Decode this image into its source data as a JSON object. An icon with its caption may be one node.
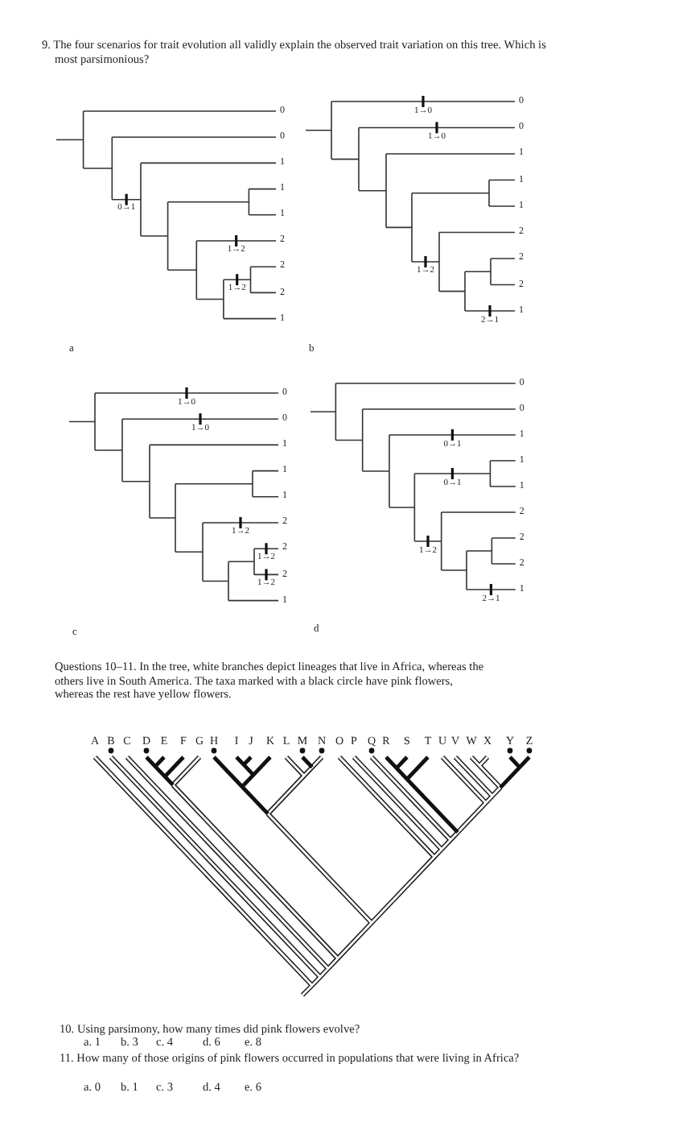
{
  "diagram": {
    "labels": [
      "9. The four scenarios for trait evolution all validly explain the observed trait variation on this tree. Which is most parsimonious?",
      "0",
      "0",
      "1",
      "1",
      "1",
      "2",
      "2",
      "2",
      "1",
      "0→1",
      "1→2",
      "1→2",
      "a",
      "0",
      "0",
      "1",
      "1",
      "1",
      "2",
      "2",
      "2",
      "1",
      "1→0",
      "1→0",
      "1→2",
      "2→1",
      "b",
      "0",
      "0",
      "1",
      "1",
      "1",
      "2",
      "2",
      "2",
      "1",
      "1→0",
      "1→0",
      "1→2",
      "1→2",
      "1→2",
      "c",
      "0",
      "0",
      "1",
      "1",
      "1",
      "2",
      "2",
      "2",
      "1",
      "0→1",
      "0→1",
      "1→2",
      "2→1",
      "d",
      "Questions 10–11. In the tree, white branches depict lineages that live in Africa, whereas the others live in South America. The taxa marked with a black circle have pink flowers, whereas the rest have yellow flowers.",
      "A",
      "B",
      "C",
      "D",
      "E",
      "F",
      "G",
      "H",
      "I",
      "J",
      "K",
      "L",
      "M",
      "N",
      "O",
      "P",
      "Q",
      "R",
      "S",
      "T",
      "U",
      "V",
      "W",
      "X",
      "Y",
      "Z",
      "10. Using parsimony, how many times did pink flowers evolve?",
      "a. 1",
      "b. 3",
      "c. 4",
      "d. 6",
      "e. 8",
      "11. How many of those origins of pink flowers occurred in populations that were living in Africa?",
      "a. 0",
      "b. 1",
      "c. 3",
      "d. 4",
      "e. 6"
    ]
  }
}
